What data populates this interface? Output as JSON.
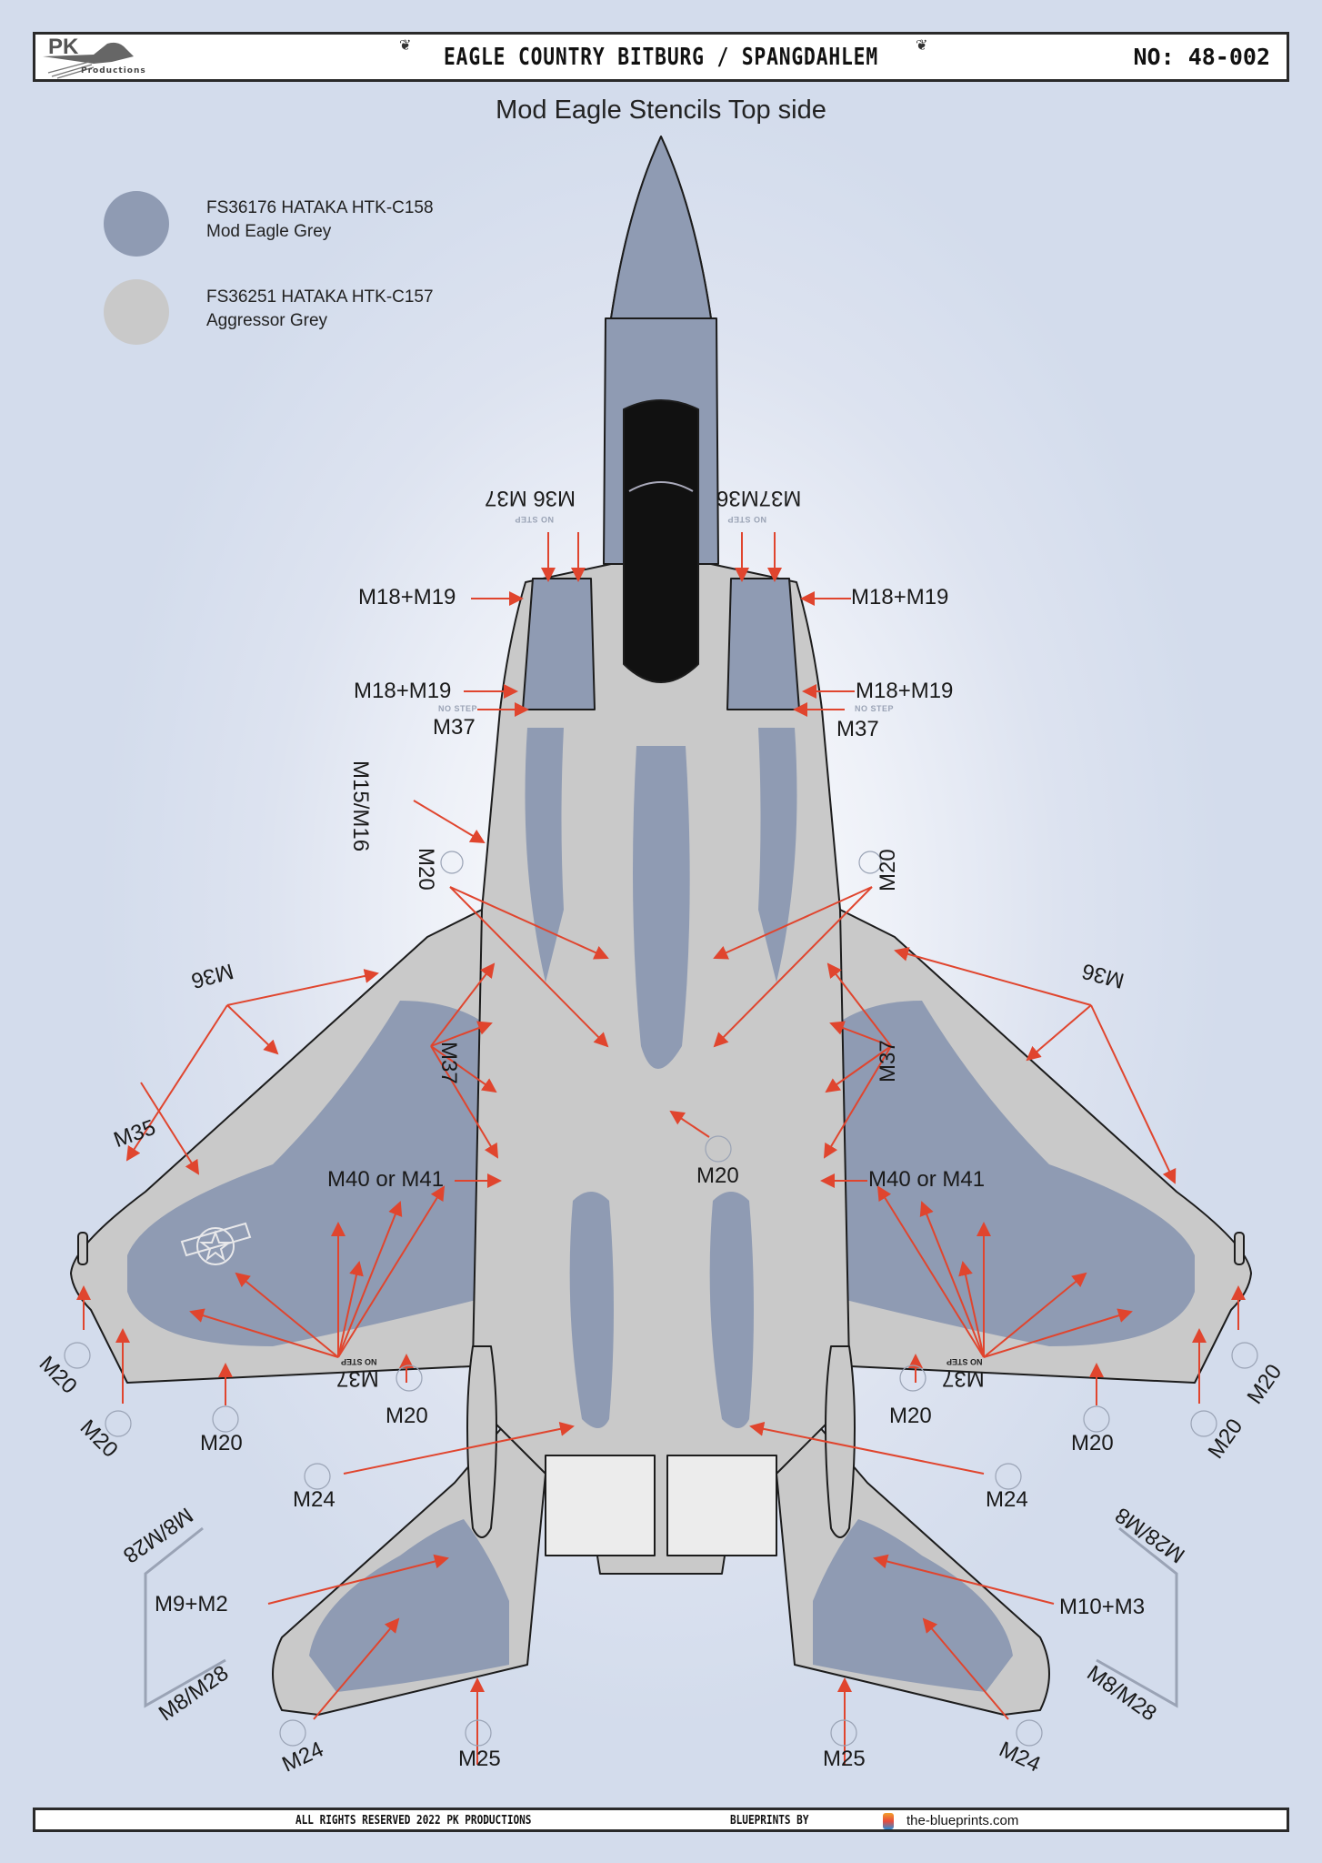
{
  "header": {
    "logo_text": "PK",
    "logo_subtitle": "Productions",
    "title": "EAGLE COUNTRY BITBURG / SPANGDAHLEM",
    "sheet_number": "NO: 48-002"
  },
  "page_title": "Mod Eagle Stencils Top side",
  "legend": [
    {
      "code": "FS36176 HATAKA HTK-C158",
      "name": "Mod Eagle Grey",
      "color": "#8f9bb3"
    },
    {
      "code": "FS36251 HATAKA HTK-C157",
      "name": "Aggressor Grey",
      "color": "#c9c9c9"
    }
  ],
  "colors": {
    "mod_eagle_grey": "#8f9bb3",
    "aggressor_grey": "#c9c9c9",
    "canopy": "#111111",
    "outline": "#1c1c1c",
    "callout_arrow": "#e0452e",
    "stencil_ghost": "#9aa3b5"
  },
  "callouts": {
    "nose_left_flipped": "M36 M37",
    "nose_right_flipped": "M37M36",
    "no_step": "NO STEP",
    "m18_m19": "M18+M19",
    "m37": "M37",
    "m15_m16": "M15/M16",
    "m20": "M20",
    "m36": "M36",
    "m35": "M35",
    "m40_m41": "M40 or M41",
    "m24": "M24",
    "m25": "M25",
    "m9_m2": "M9+M2",
    "m10_m3": "M10+M3",
    "m8_m28": "M8/M28",
    "m28_m8": "M28/M8"
  },
  "footer": {
    "rights": "ALL RIGHTS RESERVED 2022 PK PRODUCTIONS",
    "blueprints_label": "BLUEPRINTS BY",
    "blueprints_url": "the-blueprints.com"
  }
}
